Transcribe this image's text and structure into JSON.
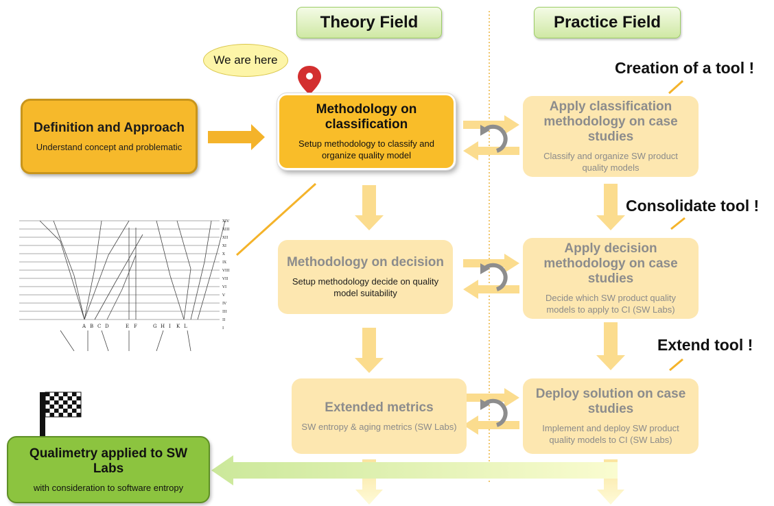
{
  "headers": {
    "theory": "Theory Field",
    "practice": "Practice Field"
  },
  "bubble": "We are here",
  "notes": {
    "creation": "Creation of a tool !",
    "consolidate": "Consolidate tool !",
    "extend": "Extend tool !"
  },
  "boxes": {
    "definition": {
      "title": "Definition and Approach",
      "sub": "Understand concept and problematic"
    },
    "classification": {
      "title": "Methodology on classification",
      "sub": "Setup methodology to classify and organize quality model"
    },
    "decision": {
      "title": "Methodology on decision",
      "sub": "Setup methodology decide on quality model suitability"
    },
    "extended": {
      "title": "Extended metrics",
      "sub": "SW entropy & aging metrics (SW Labs)"
    },
    "apply_class": {
      "title": "Apply classification methodology on case studies",
      "sub": "Classify and organize SW product quality models"
    },
    "apply_decision": {
      "title": "Apply decision methodology on case studies",
      "sub": "Decide which SW product quality models to apply to CI (SW Labs)"
    },
    "deploy": {
      "title": "Deploy solution on case studies",
      "sub": "Implement and deploy SW product quality models to CI (SW Labs)"
    },
    "qualimetry": {
      "title": "Qualimetry applied to SW Labs",
      "sub": "with consideration to software entropy"
    }
  },
  "tree": {
    "bottom_labels": [
      "A",
      "B",
      "C",
      "D",
      "E",
      "F",
      "G",
      "H",
      "I",
      "K",
      "L"
    ],
    "roman": [
      "XIV",
      "XIII",
      "XII",
      "XI",
      "X",
      "IX",
      "VIII",
      "VII",
      "VI",
      "V",
      "IV",
      "III",
      "II",
      "I"
    ]
  },
  "colors": {
    "gold": "#f6b92b",
    "faded": "#fde7b0",
    "green": "#8cc43f",
    "arrow": "#fbdc8e"
  },
  "icons": [
    "location-pin-icon",
    "checkered-flag-icon",
    "cycle-arrow-icon"
  ]
}
